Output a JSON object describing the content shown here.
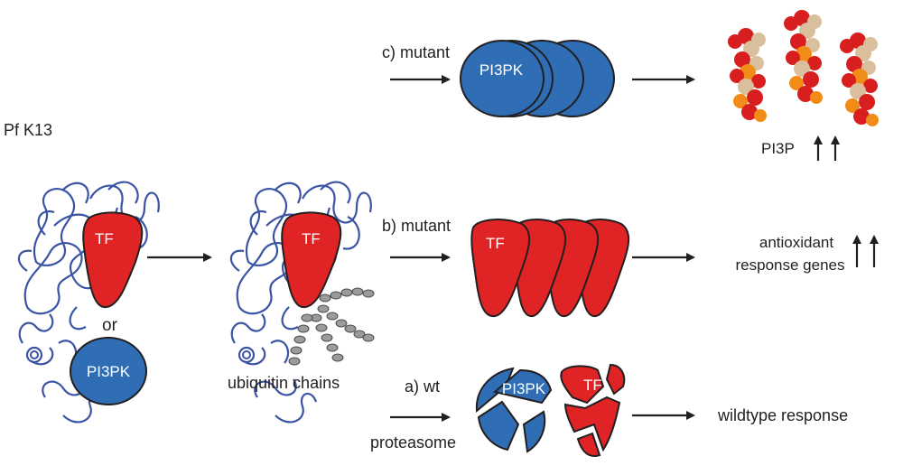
{
  "colors": {
    "ink": "#231f20",
    "blue": "#2f6db5",
    "red": "#e02426",
    "coil": "#3a53a4",
    "ubiquitin": "#9b9b9b",
    "lipid_red": "#d81e1e",
    "lipid_tan": "#d9bf9c",
    "lipid_orange": "#f28c18"
  },
  "left": {
    "protein_label": "Pf K13",
    "tf_label": "TF",
    "or_label": "or",
    "pi3pk_label": "PI3PK"
  },
  "middle": {
    "tf_label": "TF",
    "ubiquitin_label": "ubiquitin chains"
  },
  "branch_c": {
    "label": "c) mutant",
    "pi3pk_label": "PI3PK",
    "result_label": "PI3P"
  },
  "branch_b": {
    "label": "b) mutant",
    "tf_label": "TF",
    "result_line1": "antioxidant",
    "result_line2": "response genes"
  },
  "branch_a": {
    "label": "a) wt",
    "sub_label": "proteasome",
    "pi3pk_label": "PI3PK",
    "tf_label": "TF",
    "result_label": "wildtype response"
  }
}
